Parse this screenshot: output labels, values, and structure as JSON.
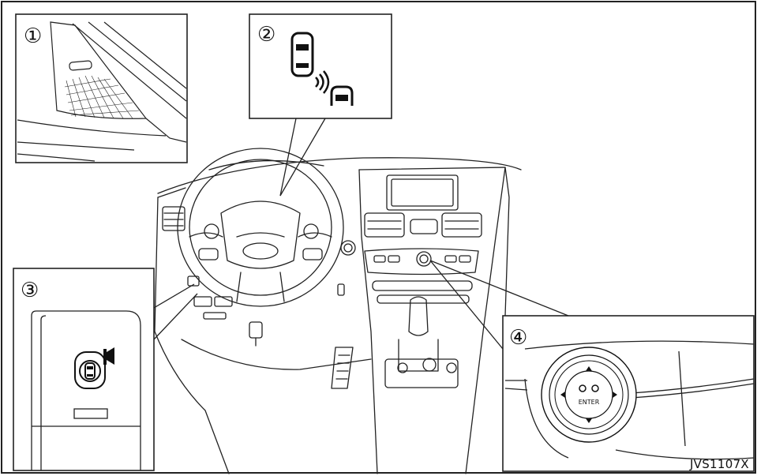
{
  "callouts": {
    "c1": "①",
    "c2": "②",
    "c3": "③",
    "c4": "④"
  },
  "labels": {
    "enter": "ENTER",
    "ref_code": "JVS1107X"
  },
  "icons": {
    "speaker": "tweeter-speaker-icon",
    "warning": "vehicle-side-warning-icon",
    "switch": "warning-system-switch-icon",
    "controller": "infiniti-controller-icon"
  }
}
